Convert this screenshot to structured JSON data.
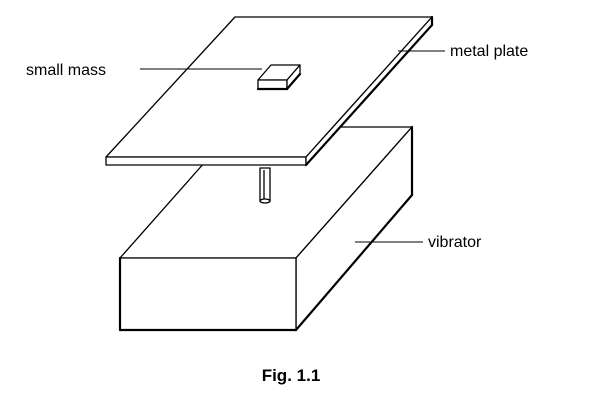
{
  "labels": {
    "small_mass": "small mass",
    "metal_plate": "metal plate",
    "vibrator": "vibrator"
  },
  "caption": "Fig. 1.1",
  "colors": {
    "ink": "#000000",
    "background": "#ffffff"
  }
}
